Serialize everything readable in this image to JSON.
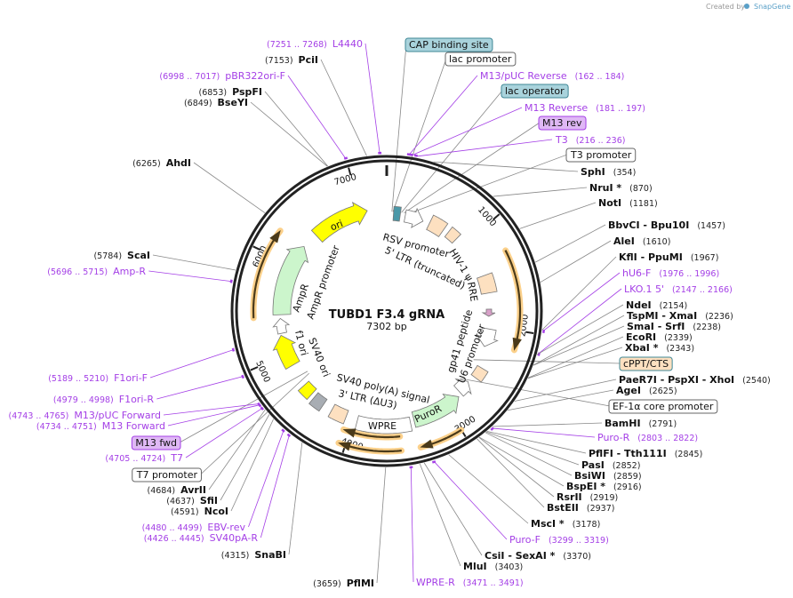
{
  "credit": {
    "prefix": "Created by",
    "brand": "SnapGene"
  },
  "plasmid": {
    "name": "TUBD1 F3.4 gRNA",
    "length": "7302 bp"
  },
  "ticks": [
    "1000",
    "2000",
    "3000",
    "4000",
    "5000",
    "6000",
    "7000"
  ],
  "colors": {
    "primer": "#a43fe6",
    "orf_halo": "#fbd08a",
    "feature_yellow": "#ffff00",
    "feature_green": "#ccf5cc",
    "feature_peach": "#fde0c0",
    "feature_gray": "#a8adb3",
    "box_blue": "#a9d3dc",
    "box_purple": "#dfb8f5"
  },
  "inner_labels": [
    "RSV promoter",
    "5' LTR (truncated)",
    "HIV-1 ψ",
    "RRE",
    "gp41 peptide",
    "U6 promoter",
    "SV40 poly(A) signal",
    "3' LTR (ΔU3)",
    "WPRE",
    "PuroR",
    "SV40 ori",
    "f1 ori",
    "AmpR",
    "AmpR promoter",
    "ori"
  ],
  "labels": [
    {
      "name": "CAP binding site",
      "kind": "box",
      "color": "#a9d3dc"
    },
    {
      "name": "lac promoter",
      "kind": "box",
      "color": "#ffffff"
    },
    {
      "name": "M13/pUC Reverse",
      "range": "(162 .. 184)",
      "kind": "primer"
    },
    {
      "name": "lac operator",
      "kind": "box",
      "color": "#a9d3dc"
    },
    {
      "name": "M13 Reverse",
      "range": "(181 .. 197)",
      "kind": "primer"
    },
    {
      "name": "M13 rev",
      "kind": "box",
      "color": "#dfb8f5"
    },
    {
      "name": "T3",
      "range": "(216 .. 236)",
      "kind": "primer"
    },
    {
      "name": "T3 promoter",
      "kind": "box",
      "color": "#ffffff"
    },
    {
      "name": "SphI",
      "pos": "(354)",
      "kind": "site"
    },
    {
      "name": "NruI *",
      "pos": "(870)",
      "kind": "site"
    },
    {
      "name": "NotI",
      "pos": "(1181)",
      "kind": "site"
    },
    {
      "name": "BbvCI  - Bpu10I",
      "pos": "(1457)",
      "kind": "site"
    },
    {
      "name": "AleI",
      "pos": "(1610)",
      "kind": "site"
    },
    {
      "name": "KflI  - PpuMI",
      "pos": "(1967)",
      "kind": "site"
    },
    {
      "name": "hU6-F",
      "range": "(1976 .. 1996)",
      "kind": "primer"
    },
    {
      "name": "LKO.1 5'",
      "range": "(2147 .. 2166)",
      "kind": "primer"
    },
    {
      "name": "NdeI",
      "pos": "(2154)",
      "kind": "site"
    },
    {
      "name": "TspMI  - XmaI",
      "pos": "(2236)",
      "kind": "site"
    },
    {
      "name": "SmaI  - SrfI",
      "pos": "(2238)",
      "kind": "site"
    },
    {
      "name": "EcoRI",
      "pos": "(2339)",
      "kind": "site"
    },
    {
      "name": "XbaI *",
      "pos": "(2343)",
      "kind": "site"
    },
    {
      "name": "cPPT/CTS",
      "kind": "box",
      "color": "#fde0c0"
    },
    {
      "name": "PaeR7I  - PspXI  - XhoI",
      "pos": "(2540)",
      "kind": "site"
    },
    {
      "name": "AgeI",
      "pos": "(2625)",
      "kind": "site"
    },
    {
      "name": "EF-1α core promoter",
      "kind": "box",
      "color": "#ffffff"
    },
    {
      "name": "BamHI",
      "pos": "(2791)",
      "kind": "site"
    },
    {
      "name": "Puro-R",
      "range": "(2803 .. 2822)",
      "kind": "primer"
    },
    {
      "name": "PflFI  - Tth111I",
      "pos": "(2845)",
      "kind": "site"
    },
    {
      "name": "PasI",
      "pos": "(2852)",
      "kind": "site"
    },
    {
      "name": "BsiWI",
      "pos": "(2859)",
      "kind": "site"
    },
    {
      "name": "BspEI *",
      "pos": "(2916)",
      "kind": "site"
    },
    {
      "name": "RsrII",
      "pos": "(2919)",
      "kind": "site"
    },
    {
      "name": "BstEII",
      "pos": "(2937)",
      "kind": "site"
    },
    {
      "name": "MscI *",
      "pos": "(3178)",
      "kind": "site"
    },
    {
      "name": "Puro-F",
      "range": "(3299 .. 3319)",
      "kind": "primer"
    },
    {
      "name": "CsiI  - SexAI *",
      "pos": "(3370)",
      "kind": "site"
    },
    {
      "name": "MluI",
      "pos": "(3403)",
      "kind": "site"
    },
    {
      "name": "WPRE-R",
      "range": "(3471 .. 3491)",
      "kind": "primer"
    },
    {
      "name": "PflMI",
      "pos": "(3659)",
      "kind": "site"
    },
    {
      "name": "SnaBI",
      "pos": "(4315)",
      "kind": "site"
    },
    {
      "name": "SV40pA-R",
      "range": "(4426 .. 4445)",
      "kind": "primer"
    },
    {
      "name": "EBV-rev",
      "range": "(4480 .. 4499)",
      "kind": "primer"
    },
    {
      "name": "NcoI",
      "pos": "(4591)",
      "kind": "site"
    },
    {
      "name": "SfiI",
      "pos": "(4637)",
      "kind": "site"
    },
    {
      "name": "AvrII",
      "pos": "(4684)",
      "kind": "site"
    },
    {
      "name": "T7 promoter",
      "kind": "box",
      "color": "#ffffff"
    },
    {
      "name": "T7",
      "range": "(4705 .. 4724)",
      "kind": "primer"
    },
    {
      "name": "M13 fwd",
      "kind": "box",
      "color": "#dfb8f5"
    },
    {
      "name": "M13 Forward",
      "range": "(4734 .. 4751)",
      "kind": "primer"
    },
    {
      "name": "M13/pUC Forward",
      "range": "(4743 .. 4765)",
      "kind": "primer"
    },
    {
      "name": "F1ori-R",
      "range": "(4979 .. 4998)",
      "kind": "primer"
    },
    {
      "name": "F1ori-F",
      "range": "(5189 .. 5210)",
      "kind": "primer"
    },
    {
      "name": "Amp-R",
      "range": "(5696 .. 5715)",
      "kind": "primer"
    },
    {
      "name": "ScaI",
      "pos": "(5784)",
      "kind": "site"
    },
    {
      "name": "AhdI",
      "pos": "(6265)",
      "kind": "site"
    },
    {
      "name": "BseYI",
      "pos": "(6849)",
      "kind": "site"
    },
    {
      "name": "PspFI",
      "pos": "(6853)",
      "kind": "site"
    },
    {
      "name": "pBR322ori-F",
      "range": "(6998 .. 7017)",
      "kind": "primer"
    },
    {
      "name": "PciI",
      "pos": "(7153)",
      "kind": "site"
    },
    {
      "name": "L4440",
      "range": "(7251 .. 7268)",
      "kind": "primer"
    }
  ]
}
